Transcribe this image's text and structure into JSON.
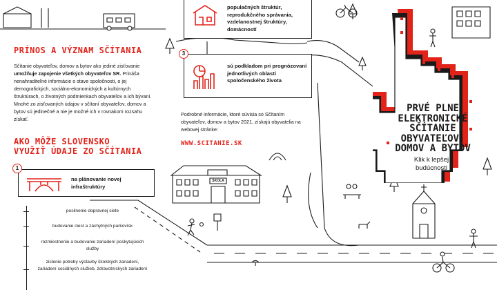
{
  "left": {
    "heading": "PRÍNOS A VÝZNAM SČÍTANIA",
    "intro_lead": "Sčítanie obyvateľov, domov a bytov ako jediné zisťovanie",
    "intro_bold": "umožňuje zapojenie všetkých obyvateľov SR.",
    "intro_rest": "Prináša nenahraditeľné informácie o stave spoločnosti, o jej demografických, sociálno-ekonomických a kultúrnych štruktúrach, o životných podmienkach obyvateľov a ich bývaní. Mnohé zo zisťovaných údajov v sčítaní obyvateľov, domov a bytov sú jedinečné a nie je možné ich v rovnakom rozsahu získať.",
    "heading2_line1": "AKO MÔŽE SLOVENSKO",
    "heading2_line2": "VYUŽIŤ ÚDAJE ZO SČÍTANIA",
    "card1_number": "1",
    "card1_text": "na plánovanie novej infraštruktúry",
    "bullets": [
      "posilnenie dopravnej siete",
      "budovanie ciest a záchytných parkovísk",
      "rozmiestnenie a budovanie zariadení poskytujúcich služby",
      "zistenie potreby výstavby školských zariadení, zariadení sociálnych služieb, zdravotníckych zariadení"
    ]
  },
  "middle": {
    "card2_text": "populačných štruktúr, reprodukčného správania, vzdelanostnej štruktúry, domácností",
    "card3_number": "3",
    "card3_text": "sú podkladom pri prognózovaní jednotlivých oblastí spoločenského života",
    "info_text": "Podrobné informácie, ktoré súvisia so Sčítaním obyvateľov, domov a bytov 2021, získajú obyvatelia na webovej stránke:",
    "url": "WWW.SCITANIE.SK",
    "school_sign": "ŠKOLA"
  },
  "hero": {
    "line1": "PRVÉ PLNE",
    "line2": "ELEKTRONICKÉ",
    "line3": "SČÍTANIE",
    "line4": "OBYVATEĽOV,",
    "line5": "DOMOV A BYTOV",
    "tagline1": "Klik k lepšej",
    "tagline2": "budúcnosti"
  },
  "colors": {
    "accent": "#e2231a",
    "ink": "#1a1a1a",
    "background": "#ffffff"
  }
}
